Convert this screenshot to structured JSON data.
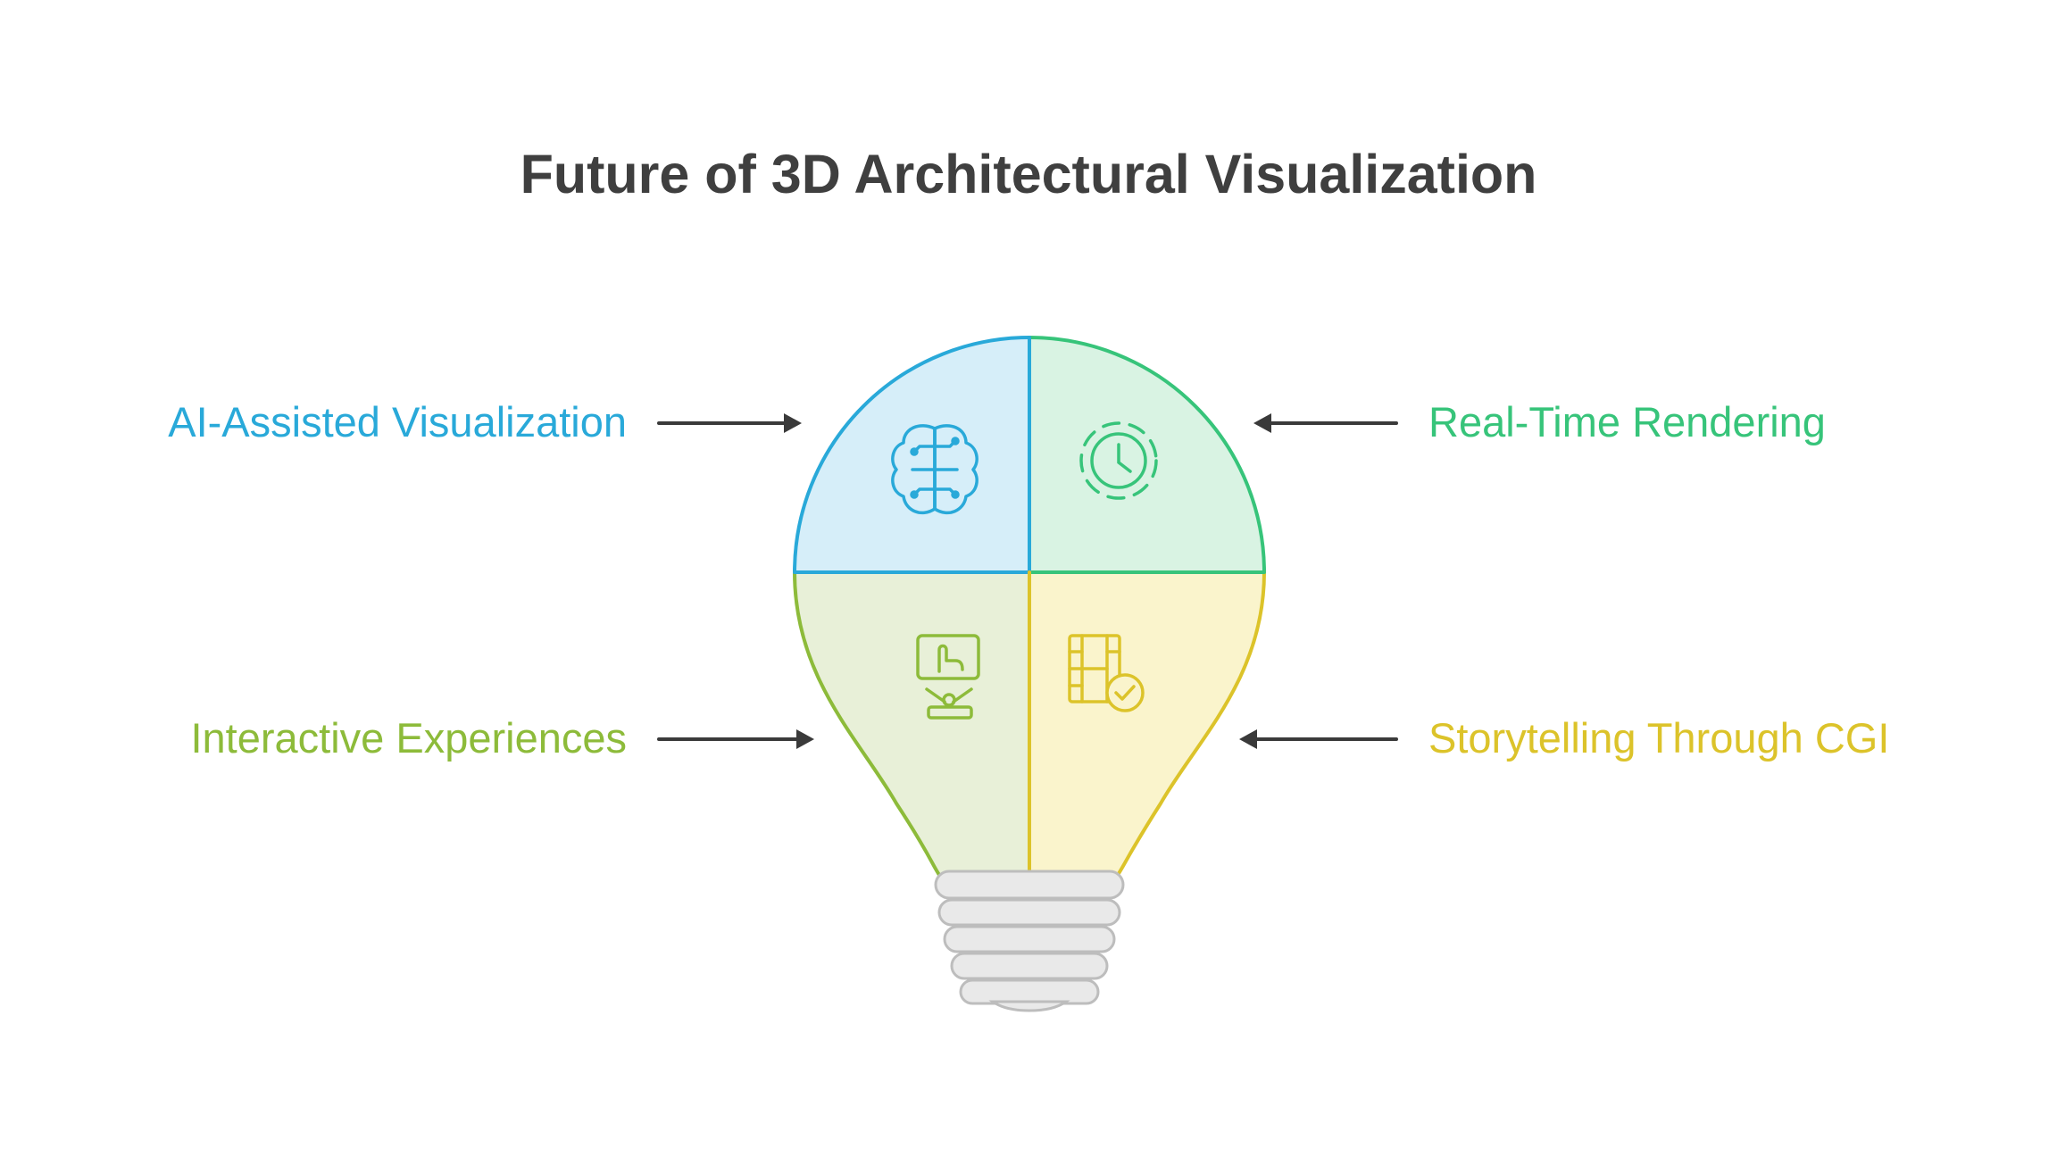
{
  "title": "Future of 3D Architectural Visualization",
  "items": [
    {
      "label": "AI-Assisted Visualization",
      "icon": "brain-icon",
      "color": "#29a9d9",
      "fill": "#d6eef9"
    },
    {
      "label": "Real-Time Rendering",
      "icon": "clock-icon",
      "color": "#37c47a",
      "fill": "#d9f3e3"
    },
    {
      "label": "Interactive Experiences",
      "icon": "touch-screen-icon",
      "color": "#8dbb3a",
      "fill": "#e8f0d8"
    },
    {
      "label": "Storytelling Through CGI",
      "icon": "film-check-icon",
      "color": "#dcc32a",
      "fill": "#faf4cc"
    }
  ],
  "colors": {
    "title": "#3f3f3f",
    "arrow": "#3a3a3a",
    "bulb_base": "#e9e9e9",
    "bulb_base_outline": "#bdbdbd"
  }
}
